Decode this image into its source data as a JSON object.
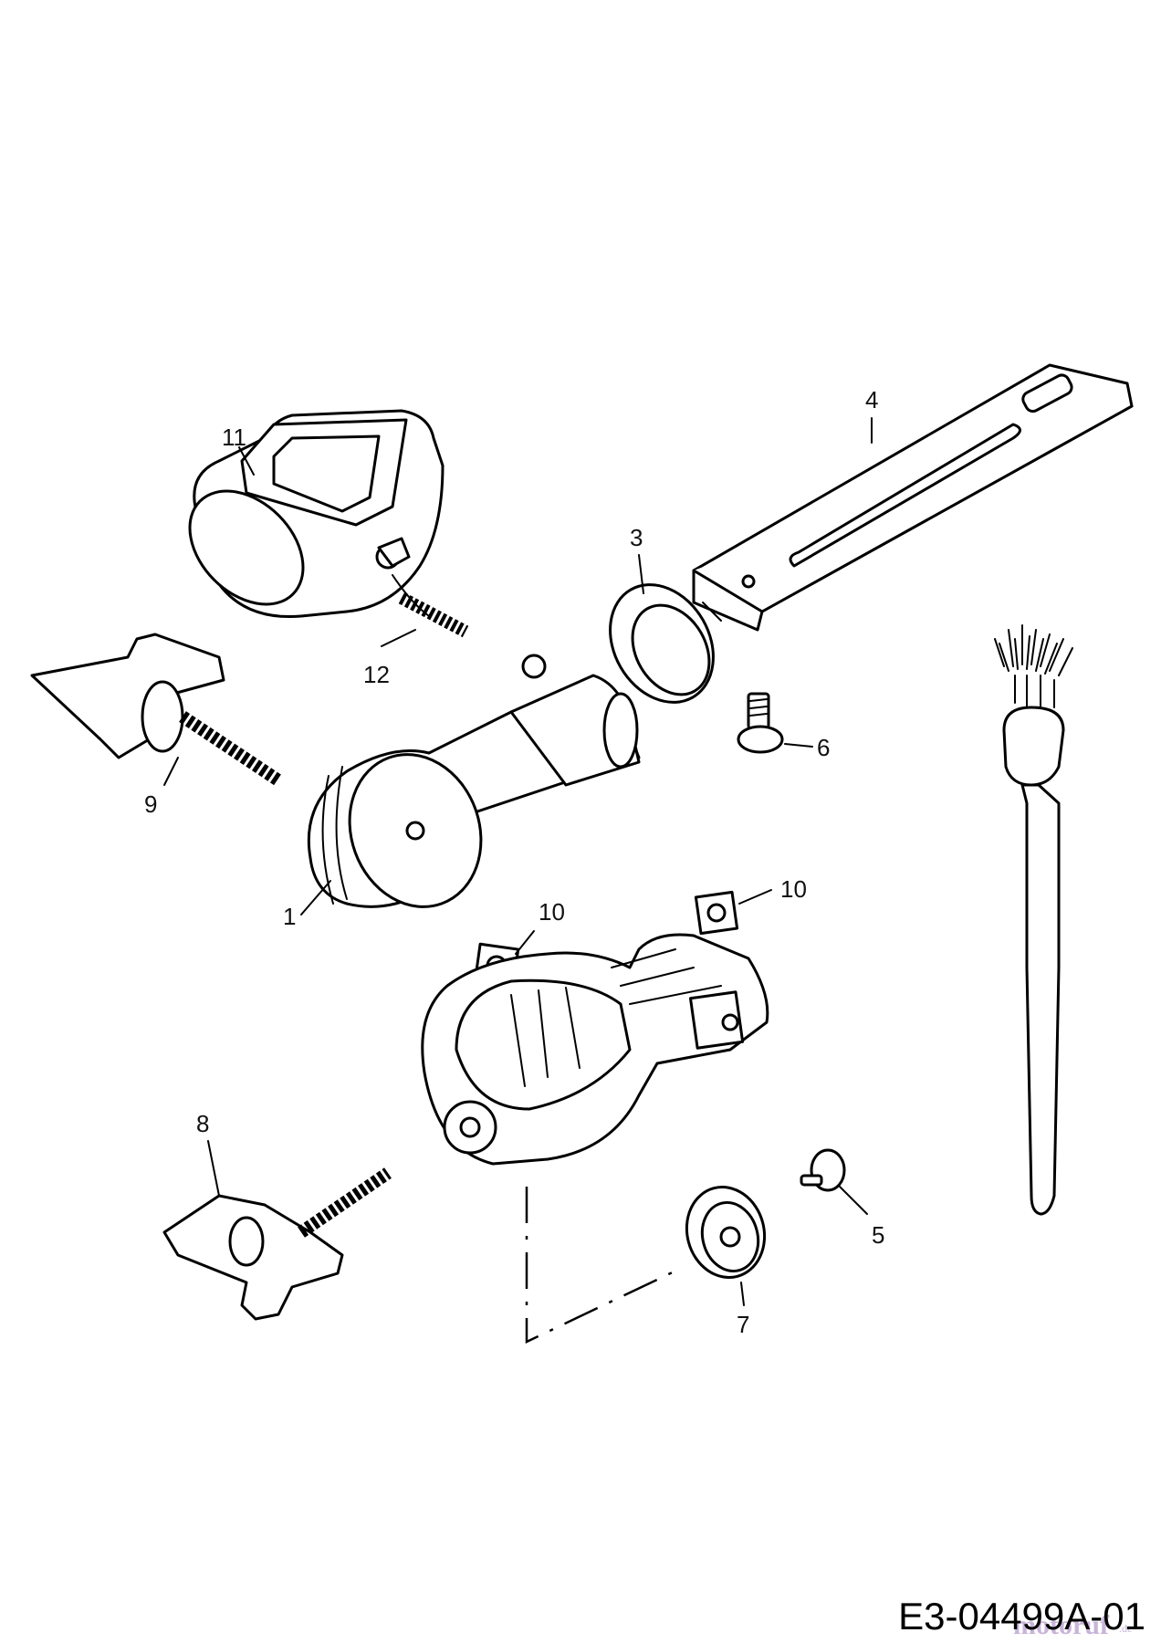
{
  "diagram": {
    "code": "E3-04499A-01",
    "watermark": {
      "text": "motoruf",
      "suffix": ".de",
      "color": "#c8b4d8"
    },
    "labels": [
      {
        "id": "1",
        "text": "1"
      },
      {
        "id": "3",
        "text": "3"
      },
      {
        "id": "4",
        "text": "4"
      },
      {
        "id": "5",
        "text": "5"
      },
      {
        "id": "6",
        "text": "6"
      },
      {
        "id": "7",
        "text": "7"
      },
      {
        "id": "8",
        "text": "8"
      },
      {
        "id": "9",
        "text": "9"
      },
      {
        "id": "10a",
        "text": "10"
      },
      {
        "id": "10b",
        "text": "10"
      },
      {
        "id": "11",
        "text": "11"
      },
      {
        "id": "12",
        "text": "12"
      }
    ]
  }
}
